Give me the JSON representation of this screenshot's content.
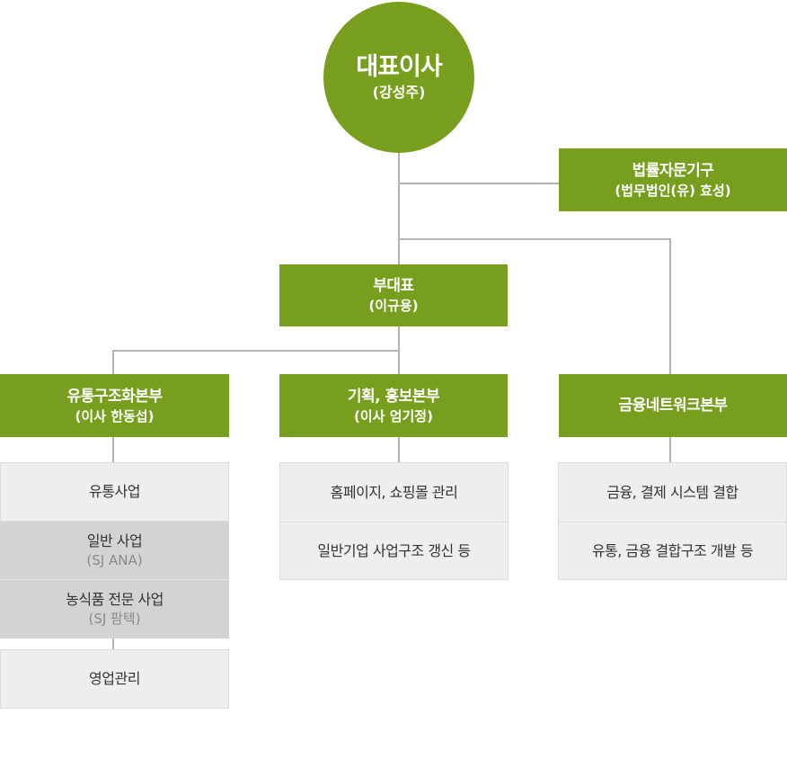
{
  "ceo": {
    "title": "대표이사",
    "name": "(강성주)"
  },
  "legal": {
    "title": "법률자문기구",
    "name": "(법무법인(유) 효성)"
  },
  "vice": {
    "title": "부대표",
    "name": "(이규용)"
  },
  "divisions": [
    {
      "title": "유통구조화본부",
      "name": "(이사 한동섭)",
      "items": [
        {
          "label": "유통사업"
        },
        {
          "label": "일반 사업",
          "sub": "(SJ ANA)"
        },
        {
          "label": "농식품 전문 사업",
          "sub": "(SJ 팜텍)"
        },
        {
          "label": "영업관리"
        }
      ]
    },
    {
      "title": "기획, 홍보본부",
      "name": "(이사 엄기정)",
      "items": [
        {
          "label": "홈페이지, 쇼핑몰 관리"
        },
        {
          "label": "일반기업 사업구조 갱신 등"
        }
      ]
    },
    {
      "title": "금융네트워크본부",
      "items": [
        {
          "label": "금융, 결제 시스템 결합"
        },
        {
          "label": "유통, 금융 결합구조 개발 등"
        }
      ]
    }
  ]
}
